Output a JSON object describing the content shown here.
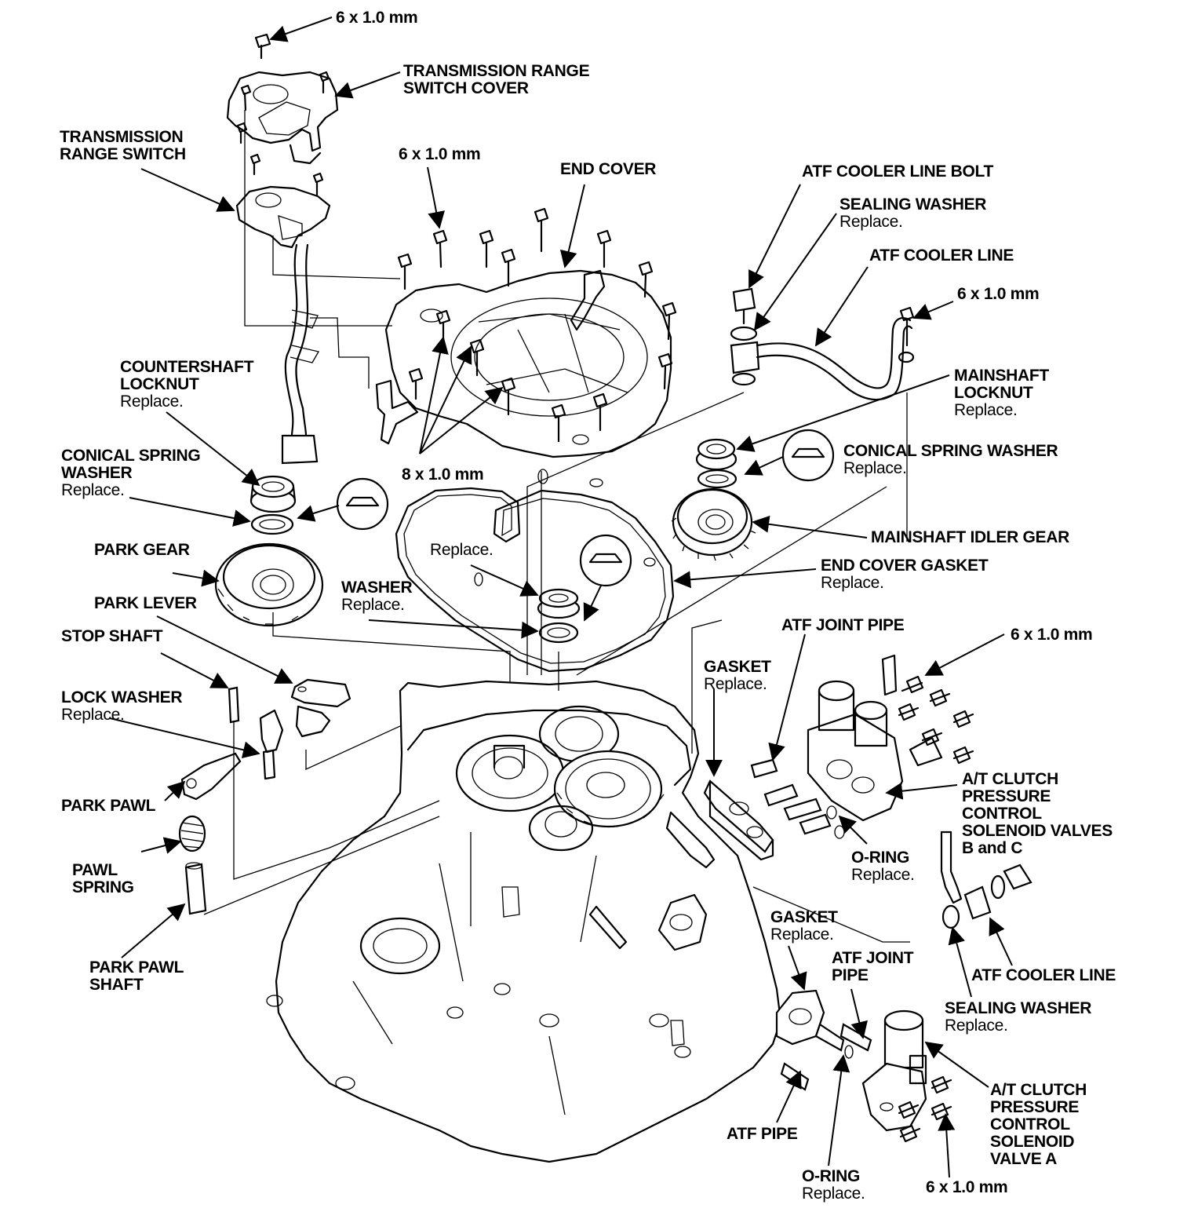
{
  "labels": {
    "bolt_top": "6 x 1.0 mm",
    "trs_cover": [
      "TRANSMISSION RANGE",
      "SWITCH COVER"
    ],
    "trs": [
      "TRANSMISSION",
      "RANGE SWITCH"
    ],
    "bolt_endcover": "6 x 1.0 mm",
    "end_cover": "END COVER",
    "atf_cooler_line_bolt": "ATF COOLER LINE BOLT",
    "sealing_washer_top": "SEALING WASHER",
    "sealing_washer_top_note": "Replace.",
    "atf_cooler_line_top": "ATF COOLER LINE",
    "bolt_cooler": "6 x 1.0 mm",
    "countershaft_locknut": [
      "COUNTERSHAFT",
      "LOCKNUT"
    ],
    "countershaft_locknut_note": "Replace.",
    "mainshaft_locknut": [
      "MAINSHAFT",
      "LOCKNUT"
    ],
    "mainshaft_locknut_note": "Replace.",
    "conical_left": [
      "CONICAL SPRING",
      "WASHER"
    ],
    "conical_left_note": "Replace.",
    "bolt_8": "8 x 1.0 mm",
    "conical_right": "CONICAL SPRING WASHER",
    "conical_right_note": "Replace.",
    "park_gear": "PARK GEAR",
    "replace_center": "Replace.",
    "mainshaft_idler": "MAINSHAFT IDLER GEAR",
    "end_cover_gasket": "END COVER GASKET",
    "end_cover_gasket_note": "Replace.",
    "washer": "WASHER",
    "washer_note": "Replace.",
    "park_lever": "PARK LEVER",
    "stop_shaft": "STOP SHAFT",
    "atf_joint_pipe_top": "ATF JOINT PIPE",
    "bolt_solenoid_bc": "6 x 1.0 mm",
    "gasket_top": "GASKET",
    "gasket_top_note": "Replace.",
    "lock_washer": "LOCK WASHER",
    "lock_washer_note": "Replace.",
    "solenoid_bc": [
      "A/T CLUTCH",
      "PRESSURE",
      "CONTROL",
      "SOLENOID VALVES",
      "B and C"
    ],
    "park_pawl": "PARK PAWL",
    "o_ring_top": "O-RING",
    "o_ring_top_note": "Replace.",
    "pawl_spring": [
      "PAWL",
      "SPRING"
    ],
    "gasket_bottom": "GASKET",
    "gasket_bottom_note": "Replace.",
    "atf_cooler_line_bottom": "ATF COOLER LINE",
    "park_pawl_shaft": [
      "PARK PAWL",
      "SHAFT"
    ],
    "atf_joint_pipe_bottom": [
      "ATF JOINT",
      "PIPE"
    ],
    "sealing_washer_bottom": "SEALING WASHER",
    "sealing_washer_bottom_note": "Replace.",
    "solenoid_a": [
      "A/T CLUTCH",
      "PRESSURE",
      "CONTROL",
      "SOLENOID",
      "VALVE A"
    ],
    "atf_pipe": "ATF PIPE",
    "o_ring_bottom": "O-RING",
    "o_ring_bottom_note": "Replace.",
    "bolt_solenoid_a": "6 x 1.0 mm"
  }
}
